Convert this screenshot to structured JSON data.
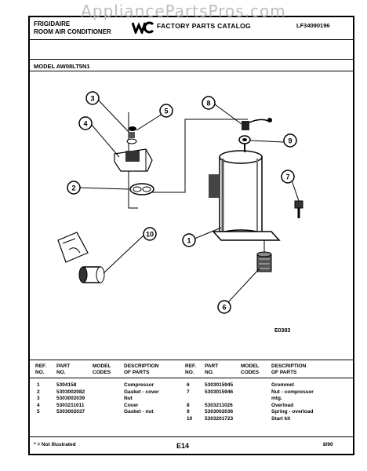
{
  "watermark": "AppliancePartsPros.com",
  "header": {
    "brand": "FRIGIDAIRE",
    "product": "ROOM AIR CONDITIONER",
    "catalog_title": "FACTORY PARTS CATALOG",
    "catalog_number": "LF34090196"
  },
  "model_label": "MODEL AW08LT5N1",
  "callouts": [
    "1",
    "2",
    "3",
    "4",
    "5",
    "6",
    "7",
    "8",
    "9",
    "10"
  ],
  "diagram_code": "E0383",
  "table": {
    "headers": [
      [
        "REF.",
        "NO."
      ],
      [
        "PART",
        "NO."
      ],
      [
        "MODEL",
        "CODES"
      ],
      [
        "DESCRIPTION",
        "OF PARTS"
      ]
    ],
    "left_rows": [
      {
        "ref": "1",
        "part": "5304158",
        "desc": "Compressor"
      },
      {
        "ref": "2",
        "part": "5303002082",
        "desc": "Gasket - cover"
      },
      {
        "ref": "3",
        "part": "5303002039",
        "desc": "Nut"
      },
      {
        "ref": "4",
        "part": "5303211011",
        "desc": "Cover"
      },
      {
        "ref": "5",
        "part": "5303002037",
        "desc": "Gasket - nut"
      }
    ],
    "right_rows": [
      {
        "ref": "6",
        "part": "5303015945",
        "desc": "Grommet"
      },
      {
        "ref": "7",
        "part": "5303015946",
        "desc": "Nut - compressor"
      },
      {
        "ref": "",
        "part": "",
        "desc": "mtg."
      },
      {
        "ref": "8",
        "part": "5303211026",
        "desc": "Overload"
      },
      {
        "ref": "9",
        "part": "5303002036",
        "desc": "Spring - overload"
      },
      {
        "ref": "10",
        "part": "5303201723",
        "desc": "Start kit"
      }
    ]
  },
  "footer": {
    "note": "* = Not Illustrated",
    "page": "E14",
    "date": "8/90"
  }
}
